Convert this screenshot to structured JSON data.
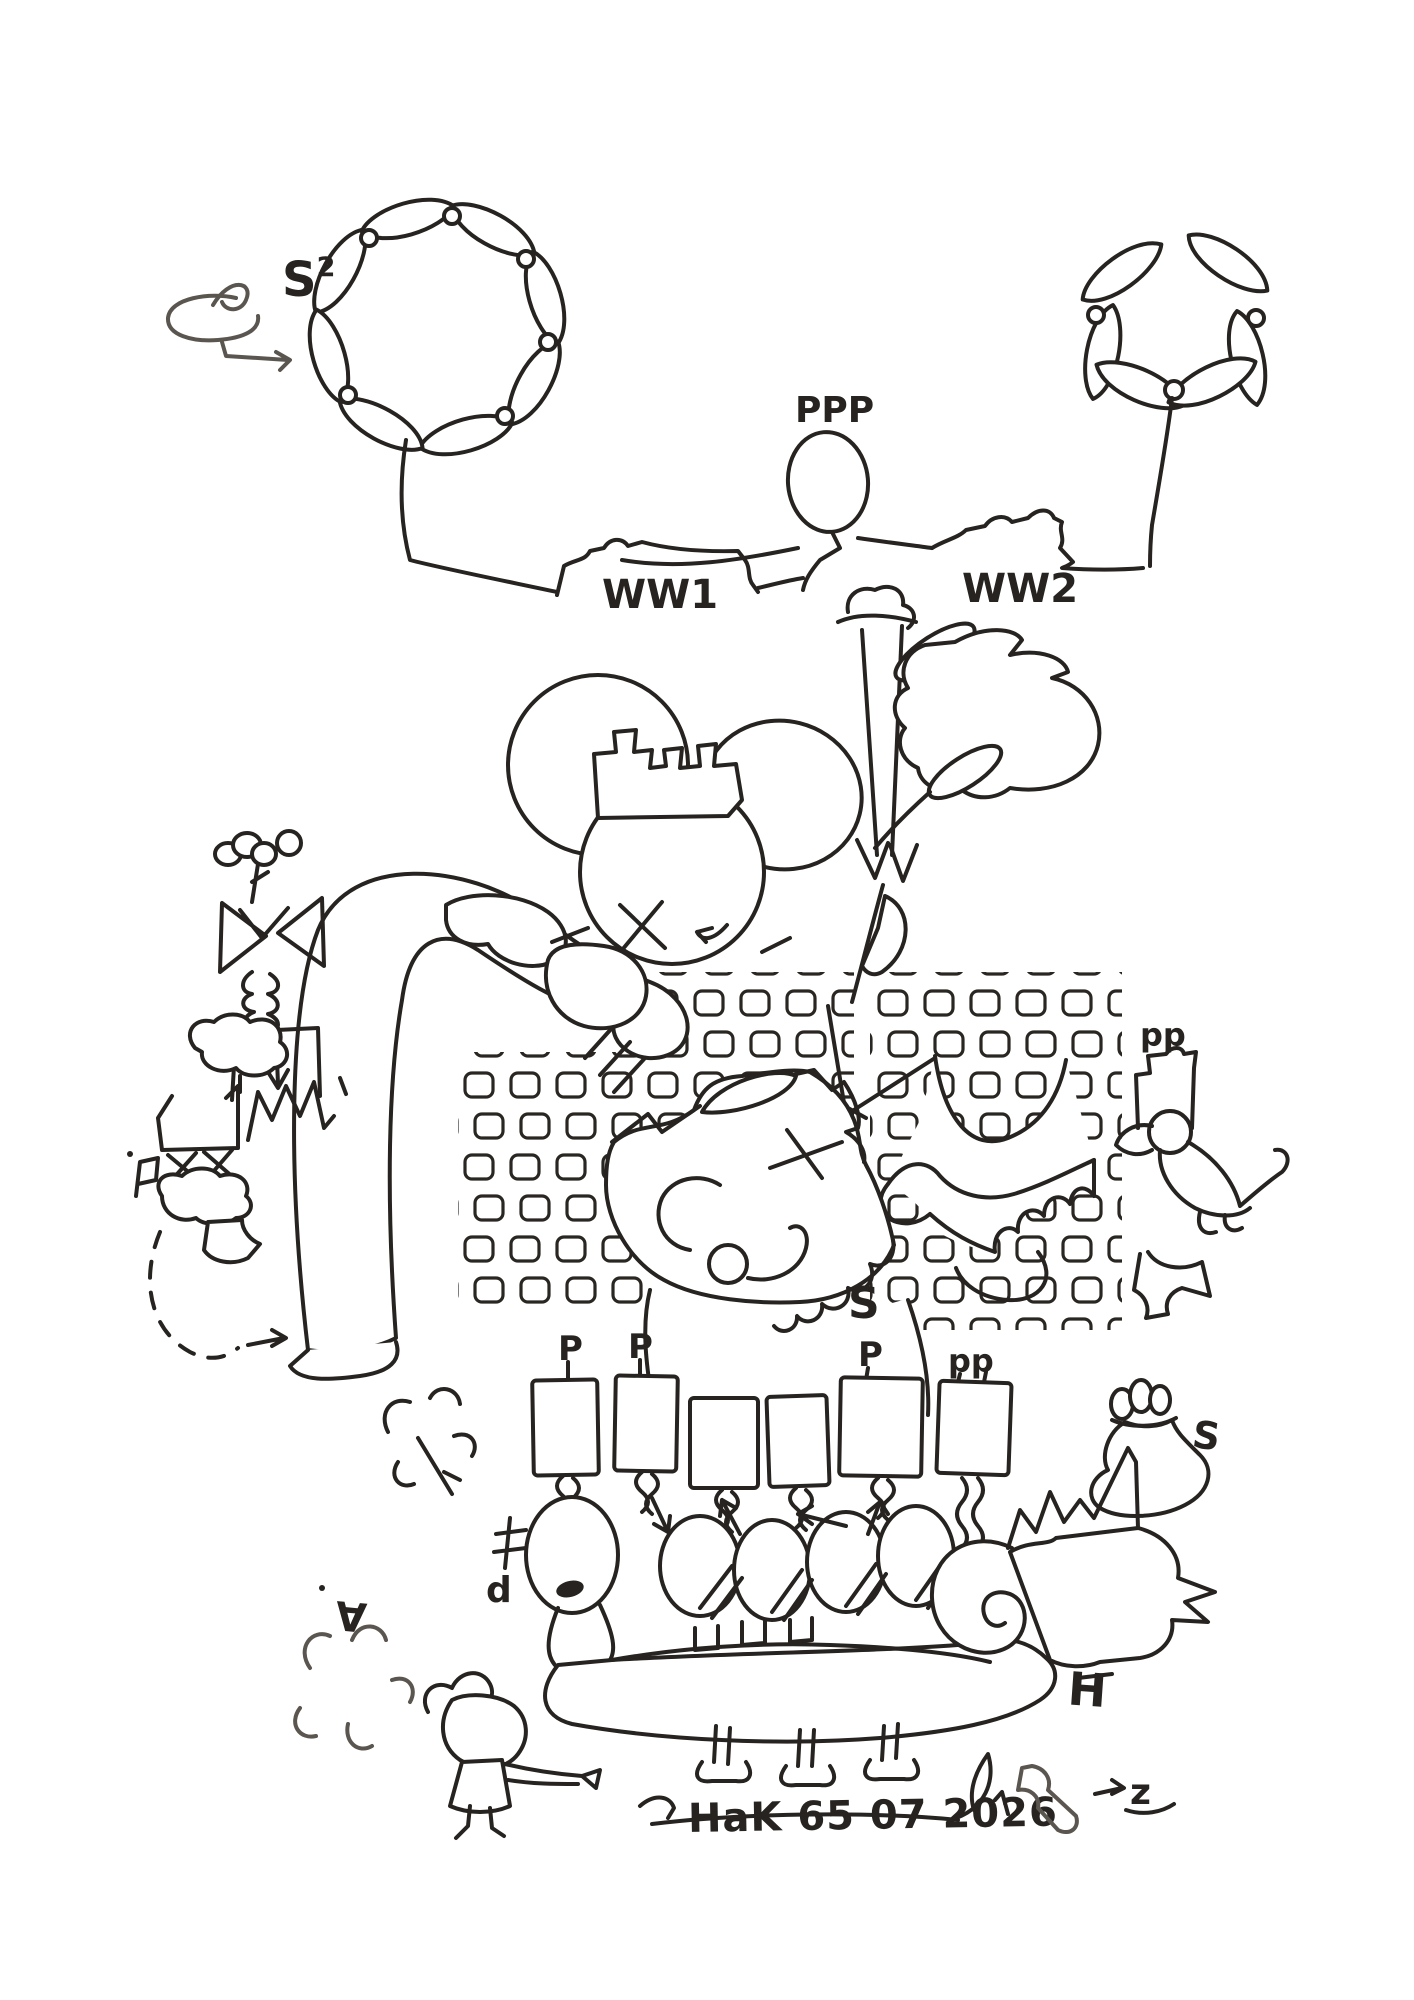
{
  "colors": {
    "paper": "#ffffff",
    "ink": "#262320",
    "ink_light": "#5a564f"
  },
  "top_left": {
    "s_squared_base": "S",
    "s_squared_exponent": "2"
  },
  "top_center": {
    "head_label": "PPP",
    "left_banner_label": "WW1",
    "right_banner_label": "WW2"
  },
  "right_side": {
    "castle_flag_label": "pp",
    "foot_label": "S"
  },
  "center": {
    "chin_label": "S"
  },
  "bottom_row": {
    "flag_labels": [
      "P",
      "P",
      "P",
      "pp"
    ]
  },
  "bottom_left": {
    "inverted_a_label": "A",
    "drum_label": "d"
  },
  "bottom_right": {
    "ladder_label": "H",
    "z_label": "z"
  },
  "signature": {
    "text": "HaK 65 07 2026"
  }
}
